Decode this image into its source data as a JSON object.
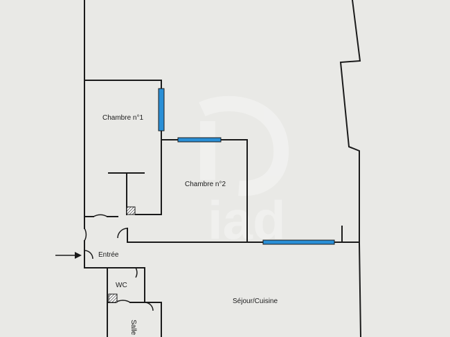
{
  "rooms": {
    "chambre1": "Chambre n°1",
    "chambre2": "Chambre n°2",
    "entree": "Entrée",
    "wc": "WC",
    "sejour": "Séjour/Cuisine",
    "salle": "Salle"
  },
  "watermark": "iad",
  "colors": {
    "wall": "#1a1a1a",
    "window": "#2a8fd6",
    "background": "#e9e9e6",
    "watermark": "#ffffff"
  },
  "icons": [
    "entry-arrow-icon",
    "hatched-duct-icon",
    "door-swing-icon"
  ]
}
